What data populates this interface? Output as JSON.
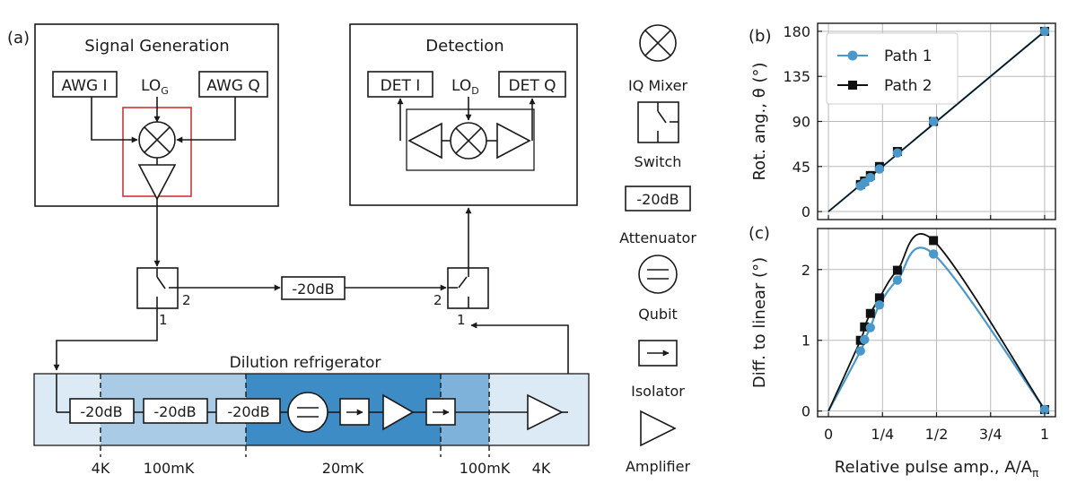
{
  "panel_labels": {
    "a": "(a)",
    "b": "(b)",
    "c": "(c)"
  },
  "signal_generation": {
    "title": "Signal Generation",
    "awg_i": "AWG I",
    "awg_q": "AWG Q",
    "lo_main": "LO",
    "lo_sub": "G"
  },
  "detection": {
    "title": "Detection",
    "det_i": "DET I",
    "det_q": "DET Q",
    "lo_main": "LO",
    "lo_sub": "D"
  },
  "switches": {
    "left_port_2": "2",
    "left_port_1": "1",
    "right_port_2": "2",
    "right_port_1": "1"
  },
  "bypass_attenuator": "-20dB",
  "fridge": {
    "title": "Dilution refrigerator",
    "attenuators": [
      "-20dB",
      "-20dB",
      "-20dB"
    ],
    "stages": [
      "4K",
      "100mK",
      "20mK",
      "100mK",
      "4K"
    ],
    "stage_colors": [
      "#dceaf6",
      "#a9cbe6",
      "#3e8cc5",
      "#7fb2db",
      "#dceaf6"
    ]
  },
  "legend": {
    "iq_mixer": "IQ Mixer",
    "switch": "Switch",
    "attenuator_box": "-20dB",
    "attenuator": "Attenuator",
    "qubit": "Qubit",
    "isolator": "Isolator",
    "amplifier": "Amplifier"
  },
  "colors": {
    "path1": "#4a98c9",
    "path2": "#111111",
    "highlight_box": "#c8373b"
  },
  "chart_data": [
    {
      "type": "line",
      "panel": "(b)",
      "ylabel": "Rot. ang., θ (°)",
      "ylim": [
        -8,
        188
      ],
      "xlim": [
        -0.05,
        1.05
      ],
      "yticks": [
        "0",
        "45",
        "90",
        "135",
        "180"
      ],
      "ytick_values": [
        0,
        45,
        90,
        135,
        180
      ],
      "grid": true,
      "legend_position": "top-left",
      "series": [
        {
          "name": "Path 1",
          "x": [
            0.148,
            0.167,
            0.194,
            0.236,
            0.319,
            0.486,
            1.0
          ],
          "y": [
            25.5,
            29,
            34,
            42.5,
            58.5,
            90,
            180
          ]
        },
        {
          "name": "Path 2",
          "x": [
            0.148,
            0.167,
            0.194,
            0.236,
            0.319,
            0.486,
            1.0
          ],
          "y": [
            27,
            30.5,
            36,
            45,
            60,
            90,
            180
          ]
        }
      ]
    },
    {
      "type": "line",
      "panel": "(c)",
      "xlabel": "Relative pulse amp., A/A",
      "xlabel_sub": "π",
      "ylabel": "Diff. to linear (°)",
      "xlim": [
        -0.05,
        1.05
      ],
      "ylim": [
        -0.08,
        2.58
      ],
      "xticks": [
        "0",
        "1/4",
        "1/2",
        "3/4",
        "1"
      ],
      "xtick_values": [
        0,
        0.25,
        0.5,
        0.75,
        1
      ],
      "yticks": [
        "0",
        "1",
        "2"
      ],
      "ytick_values": [
        0,
        1,
        2
      ],
      "grid": true,
      "series": [
        {
          "name": "Path 1",
          "x": [
            0.148,
            0.167,
            0.194,
            0.236,
            0.319,
            0.486,
            1.0
          ],
          "y": [
            0.85,
            1.01,
            1.18,
            1.5,
            1.85,
            2.22,
            0.02
          ]
        },
        {
          "name": "Path 2",
          "x": [
            0.148,
            0.167,
            0.194,
            0.236,
            0.319,
            0.486,
            1.0
          ],
          "y": [
            1.0,
            1.19,
            1.38,
            1.6,
            1.99,
            2.41,
            0.02
          ]
        }
      ]
    }
  ]
}
